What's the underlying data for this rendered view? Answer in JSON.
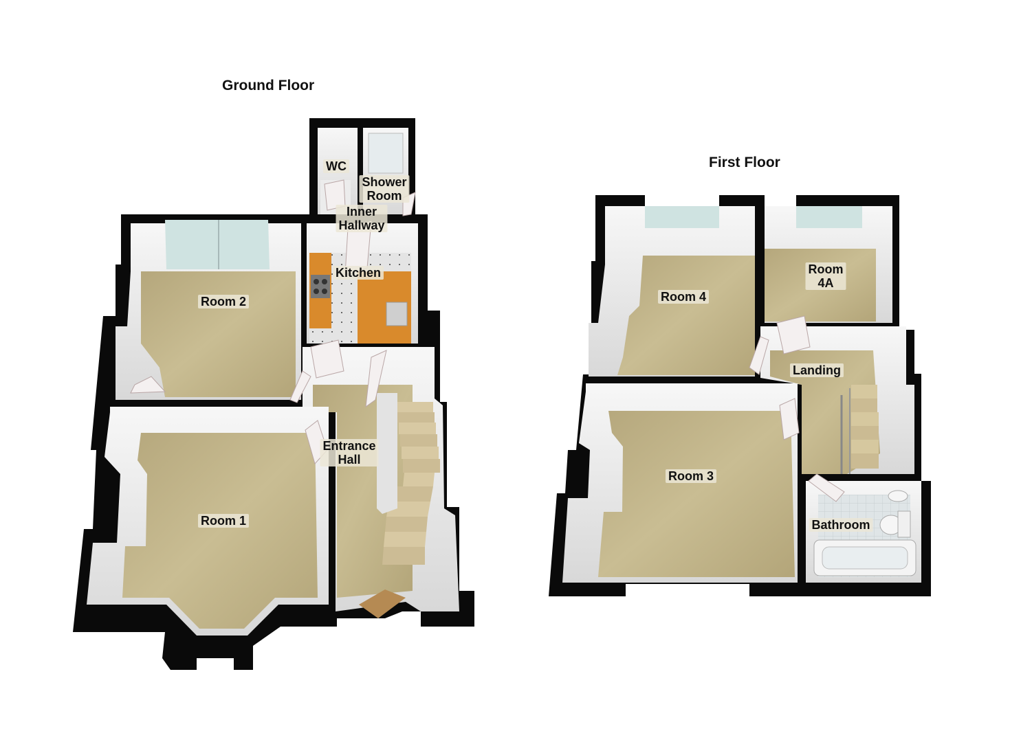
{
  "floors": {
    "ground": {
      "title": "Ground Floor",
      "rooms": {
        "room1": "Room 1",
        "room2": "Room 2",
        "kitchen": "Kitchen",
        "wc": "WC",
        "shower_line1": "Shower",
        "shower_line2": "Room",
        "inner_line1": "Inner",
        "inner_line2": "Hallway",
        "entrance_line1": "Entrance",
        "entrance_line2": "Hall"
      }
    },
    "first": {
      "title": "First Floor",
      "rooms": {
        "room3": "Room 3",
        "room4": "Room 4",
        "room4a_line1": "Room",
        "room4a_line2": "4A",
        "landing": "Landing",
        "bathroom": "Bathroom"
      }
    }
  },
  "colors": {
    "wall": "#0a0a0a",
    "wall_inner": "#eeeeee",
    "carpet": "#c2b58a",
    "kitchen_counter": "#d98a2c",
    "kitchen_floor": "#dedede",
    "window": "#c8e6e0"
  }
}
